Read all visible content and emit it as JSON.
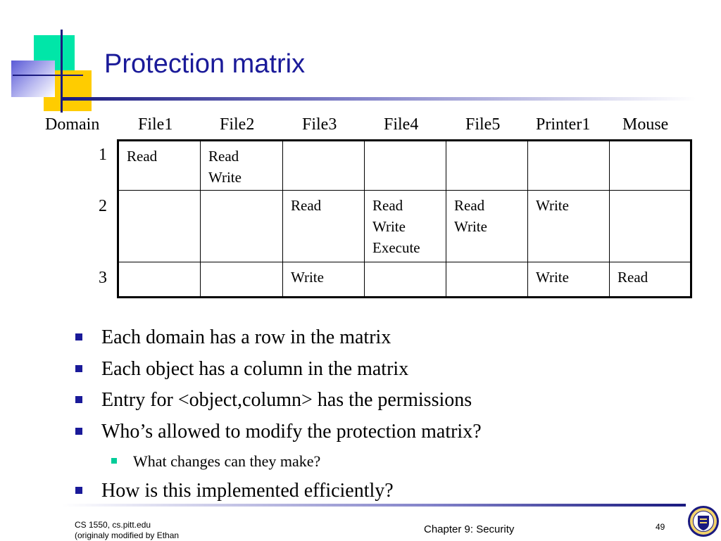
{
  "slide": {
    "title": "Protection matrix"
  },
  "matrix": {
    "corner_label": "Domain",
    "columns": [
      "File1",
      "File2",
      "File3",
      "File4",
      "File5",
      "Printer1",
      "Mouse"
    ],
    "rows": [
      {
        "label": "1",
        "cells": [
          [
            "Read"
          ],
          [
            "Read",
            "Write"
          ],
          [],
          [],
          [],
          [],
          []
        ]
      },
      {
        "label": "2",
        "cells": [
          [],
          [],
          [
            "Read"
          ],
          [
            "Read",
            "Write",
            "Execute"
          ],
          [
            "Read",
            "Write"
          ],
          [
            "Write"
          ],
          []
        ]
      },
      {
        "label": "3",
        "cells": [
          [],
          [],
          [
            "Write"
          ],
          [],
          [],
          [
            "Write"
          ],
          [
            "Read"
          ]
        ]
      }
    ]
  },
  "bullets": [
    {
      "level": 1,
      "text": "Each domain has a row in the matrix"
    },
    {
      "level": 1,
      "text": "Each object has a column in the matrix"
    },
    {
      "level": 1,
      "text": "Entry for <object,column> has the permissions"
    },
    {
      "level": 1,
      "text": "Who’s allowed to modify the protection matrix?"
    },
    {
      "level": 2,
      "text": "What changes can they make?"
    },
    {
      "level": 1,
      "text": "How is this implemented efficiently?"
    }
  ],
  "footer": {
    "left_line1": "CS 1550, cs.pitt.edu",
    "left_line2": "(originaly modified by Ethan",
    "center": "Chapter 9: Security",
    "page_number": "49"
  },
  "colors": {
    "title": "#1a1a99",
    "bullet_level1": "#1a1a99",
    "bullet_level2": "#00cc99",
    "accent_green": "#00e6a8",
    "accent_yellow": "#ffcc00"
  }
}
